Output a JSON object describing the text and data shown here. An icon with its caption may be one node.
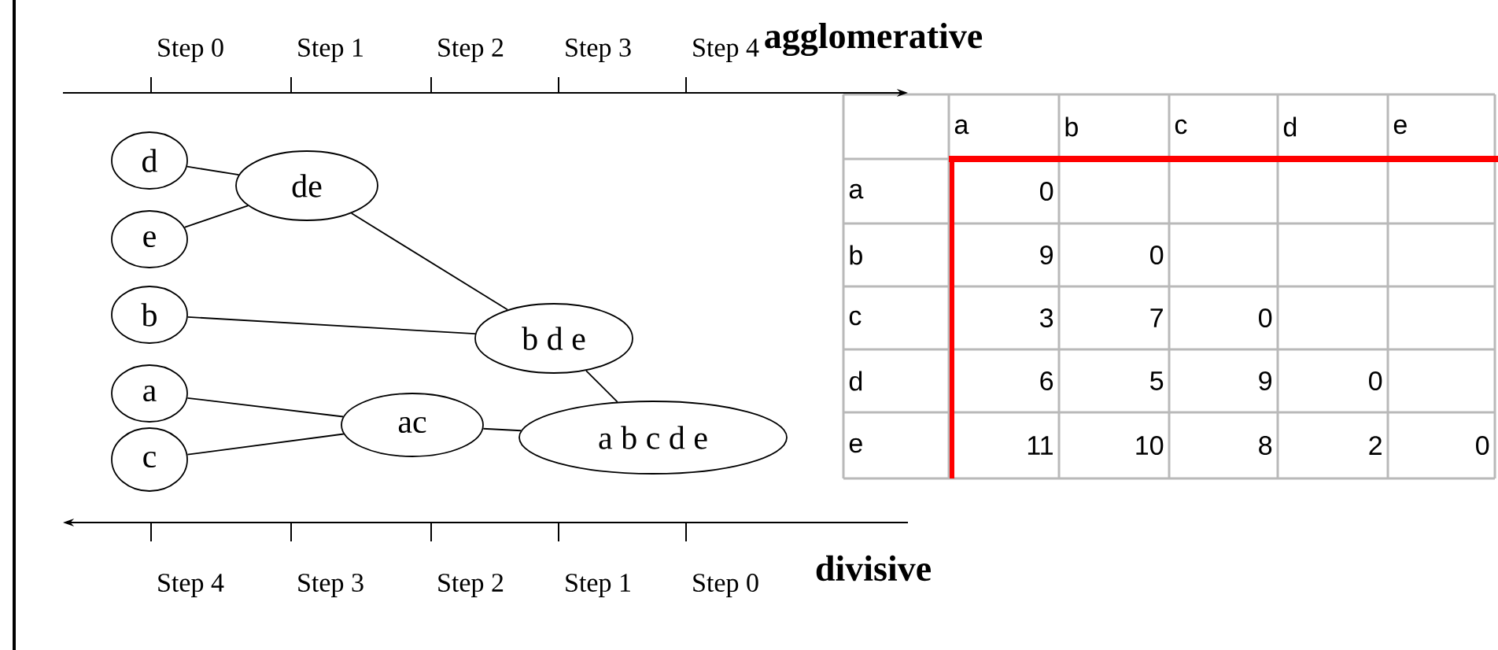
{
  "diagram": {
    "nodes": [
      {
        "text": [
          "d"
        ]
      },
      {
        "text": [
          "e"
        ]
      },
      {
        "text": [
          "de"
        ]
      },
      {
        "text": [
          "b"
        ]
      },
      {
        "text": [
          "b d e"
        ]
      },
      {
        "text": [
          "a"
        ]
      },
      {
        "text": [
          "c"
        ]
      },
      {
        "text": [
          "ac"
        ]
      },
      {
        "text": [
          "a b c d e"
        ]
      }
    ],
    "edges": [
      {
        "from": 0,
        "to": 2,
        "arrow": "none"
      },
      {
        "from": 1,
        "to": 2,
        "arrow": "none"
      },
      {
        "from": 2,
        "to": 4,
        "arrow": "none"
      },
      {
        "from": 3,
        "to": 4,
        "arrow": "none"
      },
      {
        "from": 4,
        "to": 8,
        "arrow": "none"
      },
      {
        "from": 5,
        "to": 7,
        "arrow": "none"
      },
      {
        "from": 6,
        "to": 7,
        "arrow": "none"
      },
      {
        "from": 7,
        "to": 8,
        "arrow": "none"
      }
    ],
    "labels": [
      "Step 0",
      "Step 1",
      "Step 2",
      "Step 3",
      "Step 4",
      "agglomerative",
      "a",
      "b",
      "c",
      "d",
      "e",
      "a",
      "0",
      "b",
      "9",
      "0",
      "c",
      "3",
      "7",
      "0",
      "d",
      "6",
      "5",
      "9",
      "0",
      "e",
      "11",
      "10",
      "8",
      "2",
      "0",
      "Step 4",
      "Step 3",
      "Step 2",
      "Step 1",
      "Step 0",
      "divisive"
    ]
  }
}
